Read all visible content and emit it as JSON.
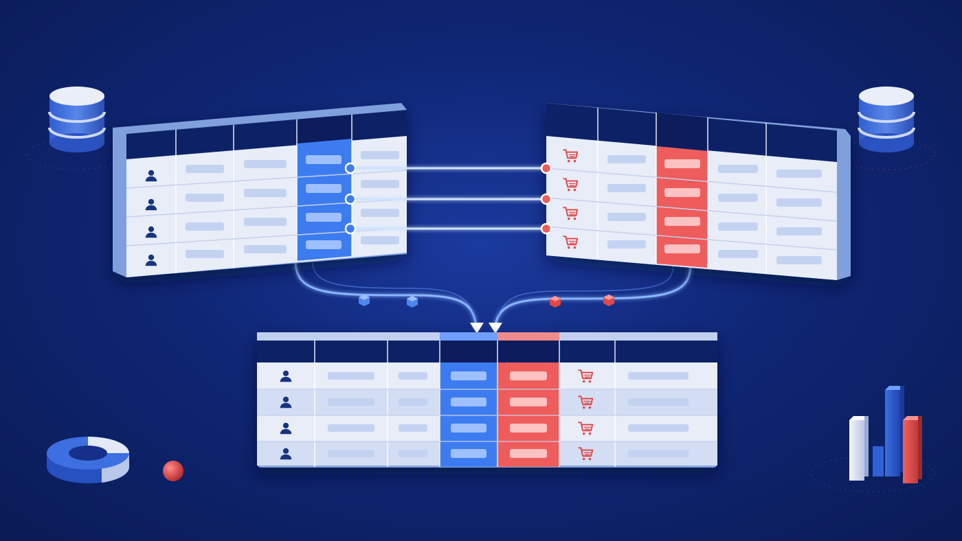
{
  "diagram": {
    "concept": "join",
    "tables": {
      "left": {
        "row_icon": "user-icon",
        "rows": 4,
        "key_column_color": "#3d7cf0"
      },
      "right": {
        "row_icon": "cart-icon",
        "rows": 4,
        "key_column_color": "#ef5b5b"
      },
      "result": {
        "row_icons": [
          "user-icon",
          "cart-icon"
        ],
        "rows": 4
      }
    },
    "links": 3,
    "decorations": [
      "database-icon-left",
      "database-icon-right",
      "donut-chart-icon",
      "bar-chart-icon",
      "red-sphere",
      "data-cubes"
    ]
  },
  "colors": {
    "accent_blue": "#3d7cf0",
    "accent_red": "#ef5b5b",
    "header_navy": "#0d2266",
    "cell_light": "#e8edf8",
    "glow": "#a8d0ff"
  }
}
